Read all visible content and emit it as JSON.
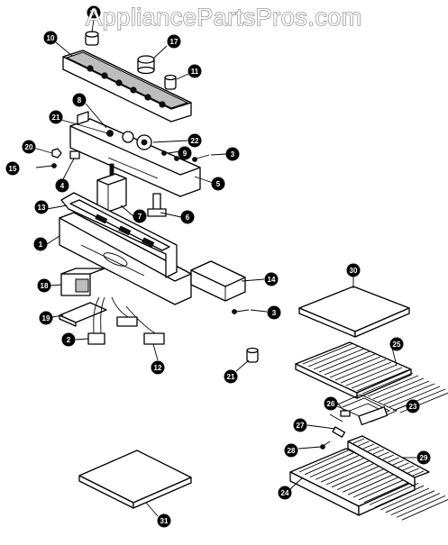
{
  "watermark": "AppliancePartsPros.com",
  "callouts": [
    "16",
    "10",
    "17",
    "11",
    "8",
    "21",
    "22",
    "9",
    "3",
    "20",
    "15",
    "4",
    "5",
    "13",
    "7",
    "6",
    "1",
    "14",
    "30",
    "18",
    "19",
    "3",
    "2",
    "12",
    "21",
    "25",
    "26",
    "23",
    "27",
    "28",
    "29",
    "24",
    "31"
  ]
}
